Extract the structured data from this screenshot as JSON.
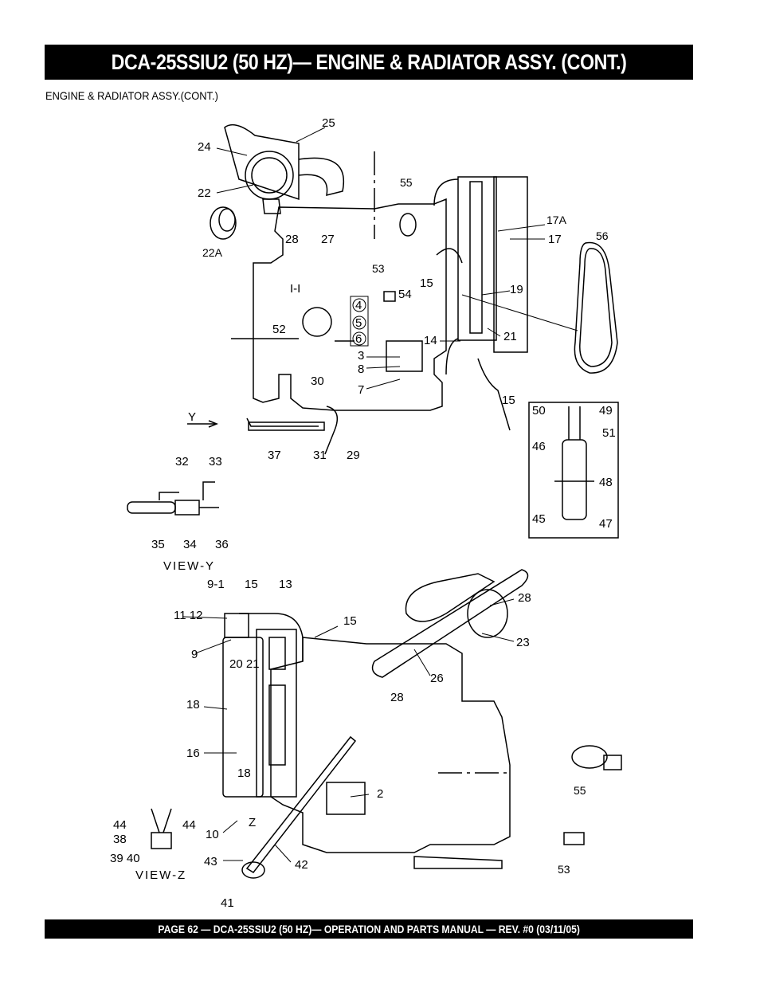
{
  "header": {
    "title": "DCA-25SSIU2 (50 HZ)— ENGINE & RADIATOR ASSY. (CONT.)"
  },
  "section": {
    "subtitle": "ENGINE & RADIATOR ASSY.(CONT.)"
  },
  "footer": {
    "text": "PAGE 62 — DCA-25SSIU2 (50 HZ)— OPERATION AND PARTS MANUAL — REV. #0 (03/11/05)"
  },
  "diagram": {
    "view_y_label": "VIEW-Y",
    "view_z_label": "VIEW-Z",
    "section_label": "I-I",
    "arrow_y_label": "Y",
    "arrow_z_label": "Z",
    "callouts": [
      "25",
      "24",
      "22",
      "22A",
      "28",
      "27",
      "55",
      "17A",
      "17",
      "56",
      "53",
      "54",
      "15",
      "19",
      "21",
      "52",
      "4",
      "5",
      "6",
      "3",
      "8",
      "7",
      "14",
      "15",
      "30",
      "37",
      "31",
      "29",
      "50",
      "49",
      "46",
      "51",
      "48",
      "45",
      "47",
      "32",
      "33",
      "35",
      "34",
      "36",
      "9-1",
      "15",
      "13",
      "11 12",
      "15",
      "28",
      "23",
      "9",
      "20 21",
      "26",
      "28",
      "18",
      "16",
      "18",
      "2",
      "55",
      "44",
      "44",
      "38",
      "39 40",
      "10",
      "43",
      "42",
      "41",
      "53"
    ]
  }
}
